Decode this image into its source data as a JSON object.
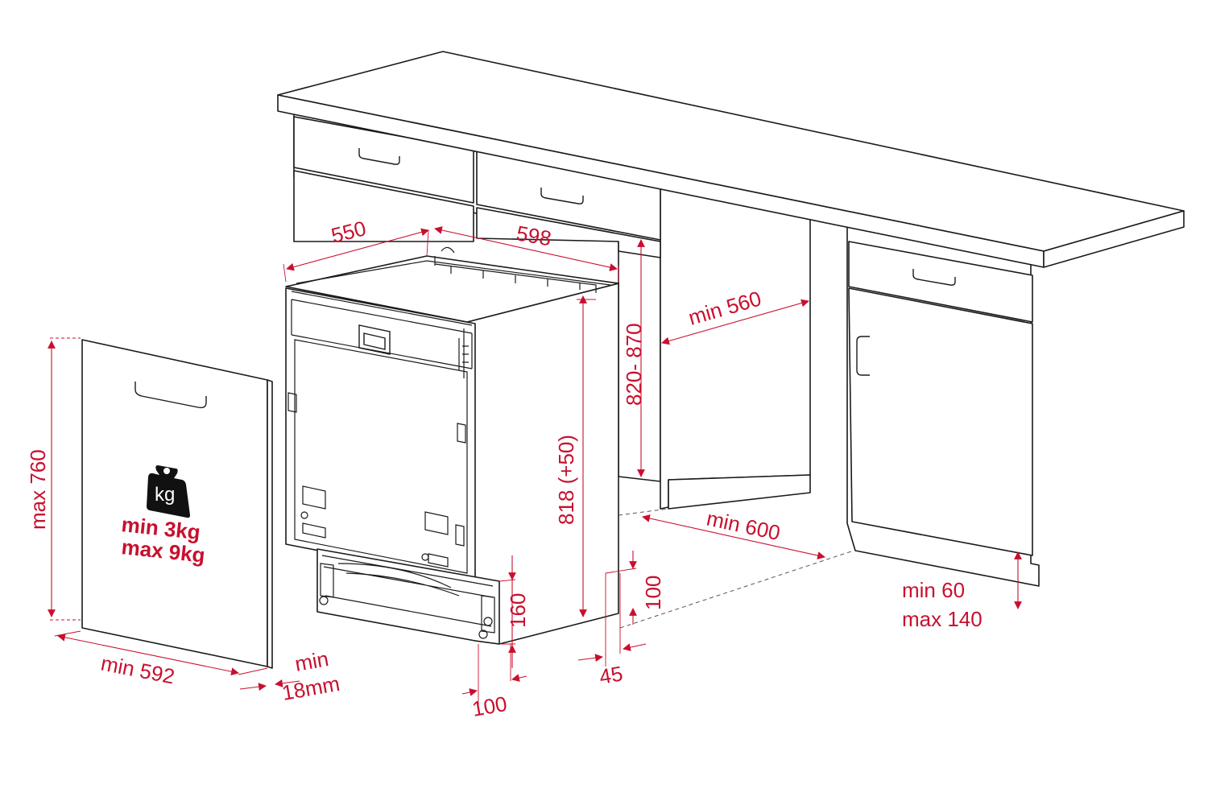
{
  "weight": {
    "icon": "weight-icon",
    "icon_text": "kg",
    "min": "min  3kg",
    "max": "max 9kg"
  },
  "dimensions": {
    "depth": "550",
    "width": "598",
    "cabinet_height": "820- 870",
    "niche_depth": "min 560",
    "appliance_height": "818 (+50)",
    "door_height": "max 760",
    "door_width": "min 592",
    "door_thickness_top": "min",
    "door_thickness_bottom": "18mm",
    "niche_width": "min 600",
    "plinth_height": "160",
    "plinth_depth_front": "100",
    "plinth_depth_side": "100",
    "plinth_gap": "45",
    "plinth_adjust_min": "min 60",
    "plinth_adjust_max": "max 140"
  },
  "colors": {
    "dimension": "#c8102e",
    "outline": "#1a1a1a",
    "weight_icon": "#111111"
  }
}
